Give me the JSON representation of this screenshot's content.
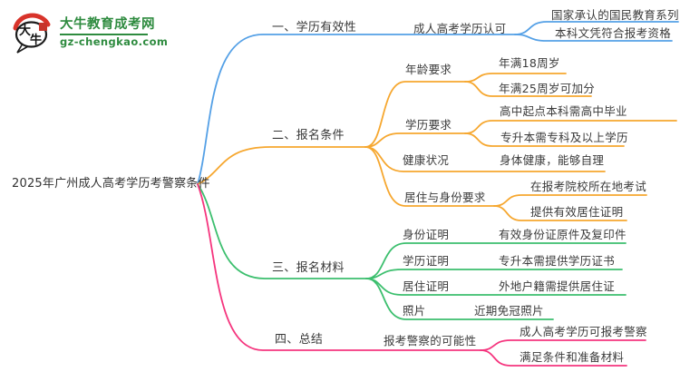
{
  "logo": {
    "site_name": "大牛教育成考网",
    "site_url": "gz-chengkao.com",
    "icon_char1": "大",
    "icon_char2": "牛"
  },
  "colors": {
    "branch1_blue": "#54a0e6",
    "branch2_orange": "#f6a72f",
    "branch3_green": "#3cbf6e",
    "branch4_pink": "#f5357e",
    "logo_green": "#2e8b3f",
    "text": "#3b3b3b"
  },
  "mindmap": {
    "root_label": "2025年广州成人高考学历考警察条件",
    "branch1": {
      "label": "一、学历有效性",
      "topic": "成人高考学历认可",
      "leaf1": "国家承认的国民教育系列",
      "leaf2": "本科文凭符合报考资格"
    },
    "branch2": {
      "label": "二、报名条件",
      "age": {
        "label": "年龄要求",
        "leaf1": "年满18周岁",
        "leaf2": "年满25周岁可加分"
      },
      "edu": {
        "label": "学历要求",
        "leaf1": "高中起点本科需高中毕业",
        "leaf2": "专升本需专科及以上学历"
      },
      "health": {
        "label": "健康状况",
        "leaf1": "身体健康，能够自理"
      },
      "residence": {
        "label": "居住与身份要求",
        "leaf1": "在报考院校所在地考试",
        "leaf2": "提供有效居住证明"
      }
    },
    "branch3": {
      "label": "三、报名材料",
      "identity": {
        "label": "身份证明",
        "leaf1": "有效身份证原件及复印件"
      },
      "diploma": {
        "label": "学历证明",
        "leaf1": "专升本需提供学历证书"
      },
      "residence": {
        "label": "居住证明",
        "leaf1": "外地户籍需提供居住证"
      },
      "photo": {
        "label": "照片",
        "leaf1": "近期免冠照片"
      }
    },
    "branch4": {
      "label": "四、总结",
      "possibility": {
        "label": "报考警察的可能性",
        "leaf1": "成人高考学历可报考警察",
        "leaf2": "满足条件和准备材料"
      }
    }
  }
}
